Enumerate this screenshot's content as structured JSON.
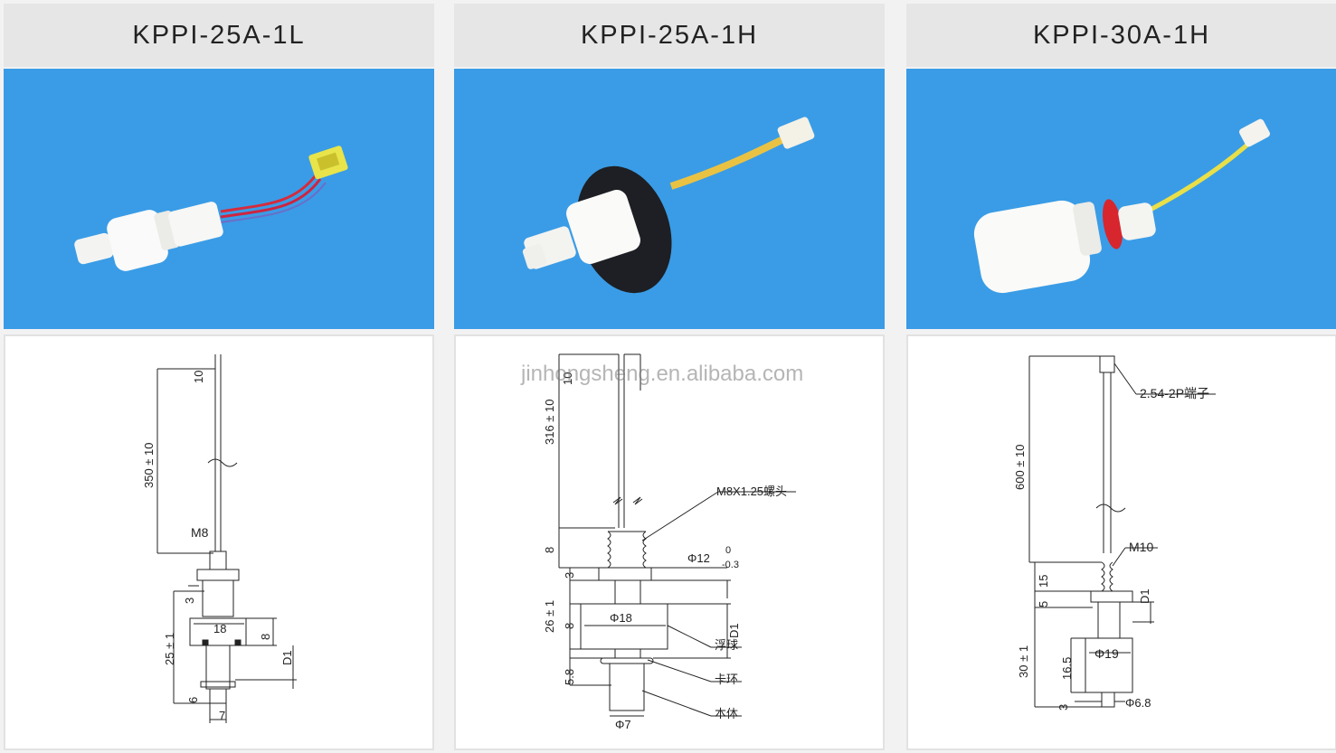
{
  "products": [
    {
      "model": "KPPI-25A-1L",
      "labels": {
        "cable_length": "350 ± 10",
        "strip_length": "10",
        "thread": "M8",
        "nut_h": "3",
        "float_width": "18",
        "float_height": "8",
        "stroke": "D1",
        "body_length": "25 ± 1",
        "tip_h": "6",
        "tip_w": "7"
      }
    },
    {
      "model": "KPPI-25A-1H",
      "labels": {
        "cable_length": "316 ± 10",
        "strip_length": "10",
        "thread_callout": "M8X1.25螺头",
        "thread_len": "8",
        "flange_dia": "Φ12",
        "flange_tol_upper": "0",
        "flange_tol_lower": "-0.3",
        "flange_h": "3",
        "float_dia": "Φ18",
        "float_h": "8",
        "body_length": "26 ± 1",
        "clip_h": "5.8",
        "stroke": "D1",
        "float_cn": "浮球",
        "clip_cn": "卡环",
        "body_cn": "本体",
        "tip_dia": "Φ7"
      }
    },
    {
      "model": "KPPI-30A-1H",
      "labels": {
        "connector": "2.54-2P端子",
        "cable_length": "600 ± 10",
        "thread": "M10",
        "thread_len": "15",
        "nut_h": "5",
        "stroke": "D1",
        "body_length": "30 ± 1",
        "float_h": "16.5",
        "float_dia": "Φ19",
        "tip_h": "3",
        "tip_dia": "Φ6.8"
      }
    }
  ],
  "watermark": "jinhongsheng.en.alibaba.com",
  "colors": {
    "title_bg": "#e6e6e6",
    "photo_bg": "#3a9ce6",
    "drawing_bg": "#ffffff"
  }
}
